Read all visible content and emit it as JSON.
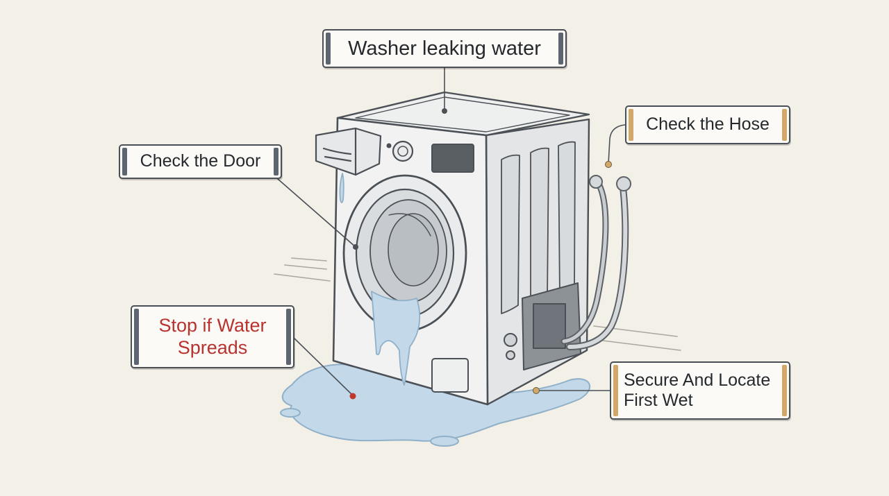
{
  "title": "Washer leaking water",
  "labels": {
    "door": "Check the Door",
    "hose": "Check the Hose",
    "stop": "Stop if Water Spreads",
    "secure": "Secure And Locate First Wet"
  },
  "colors": {
    "background": "#f3f0e8",
    "warning_text": "#b8332f",
    "slate_tab": "#5d6670",
    "tan_tab": "#d2a86a",
    "water": "#bcd3e4"
  }
}
